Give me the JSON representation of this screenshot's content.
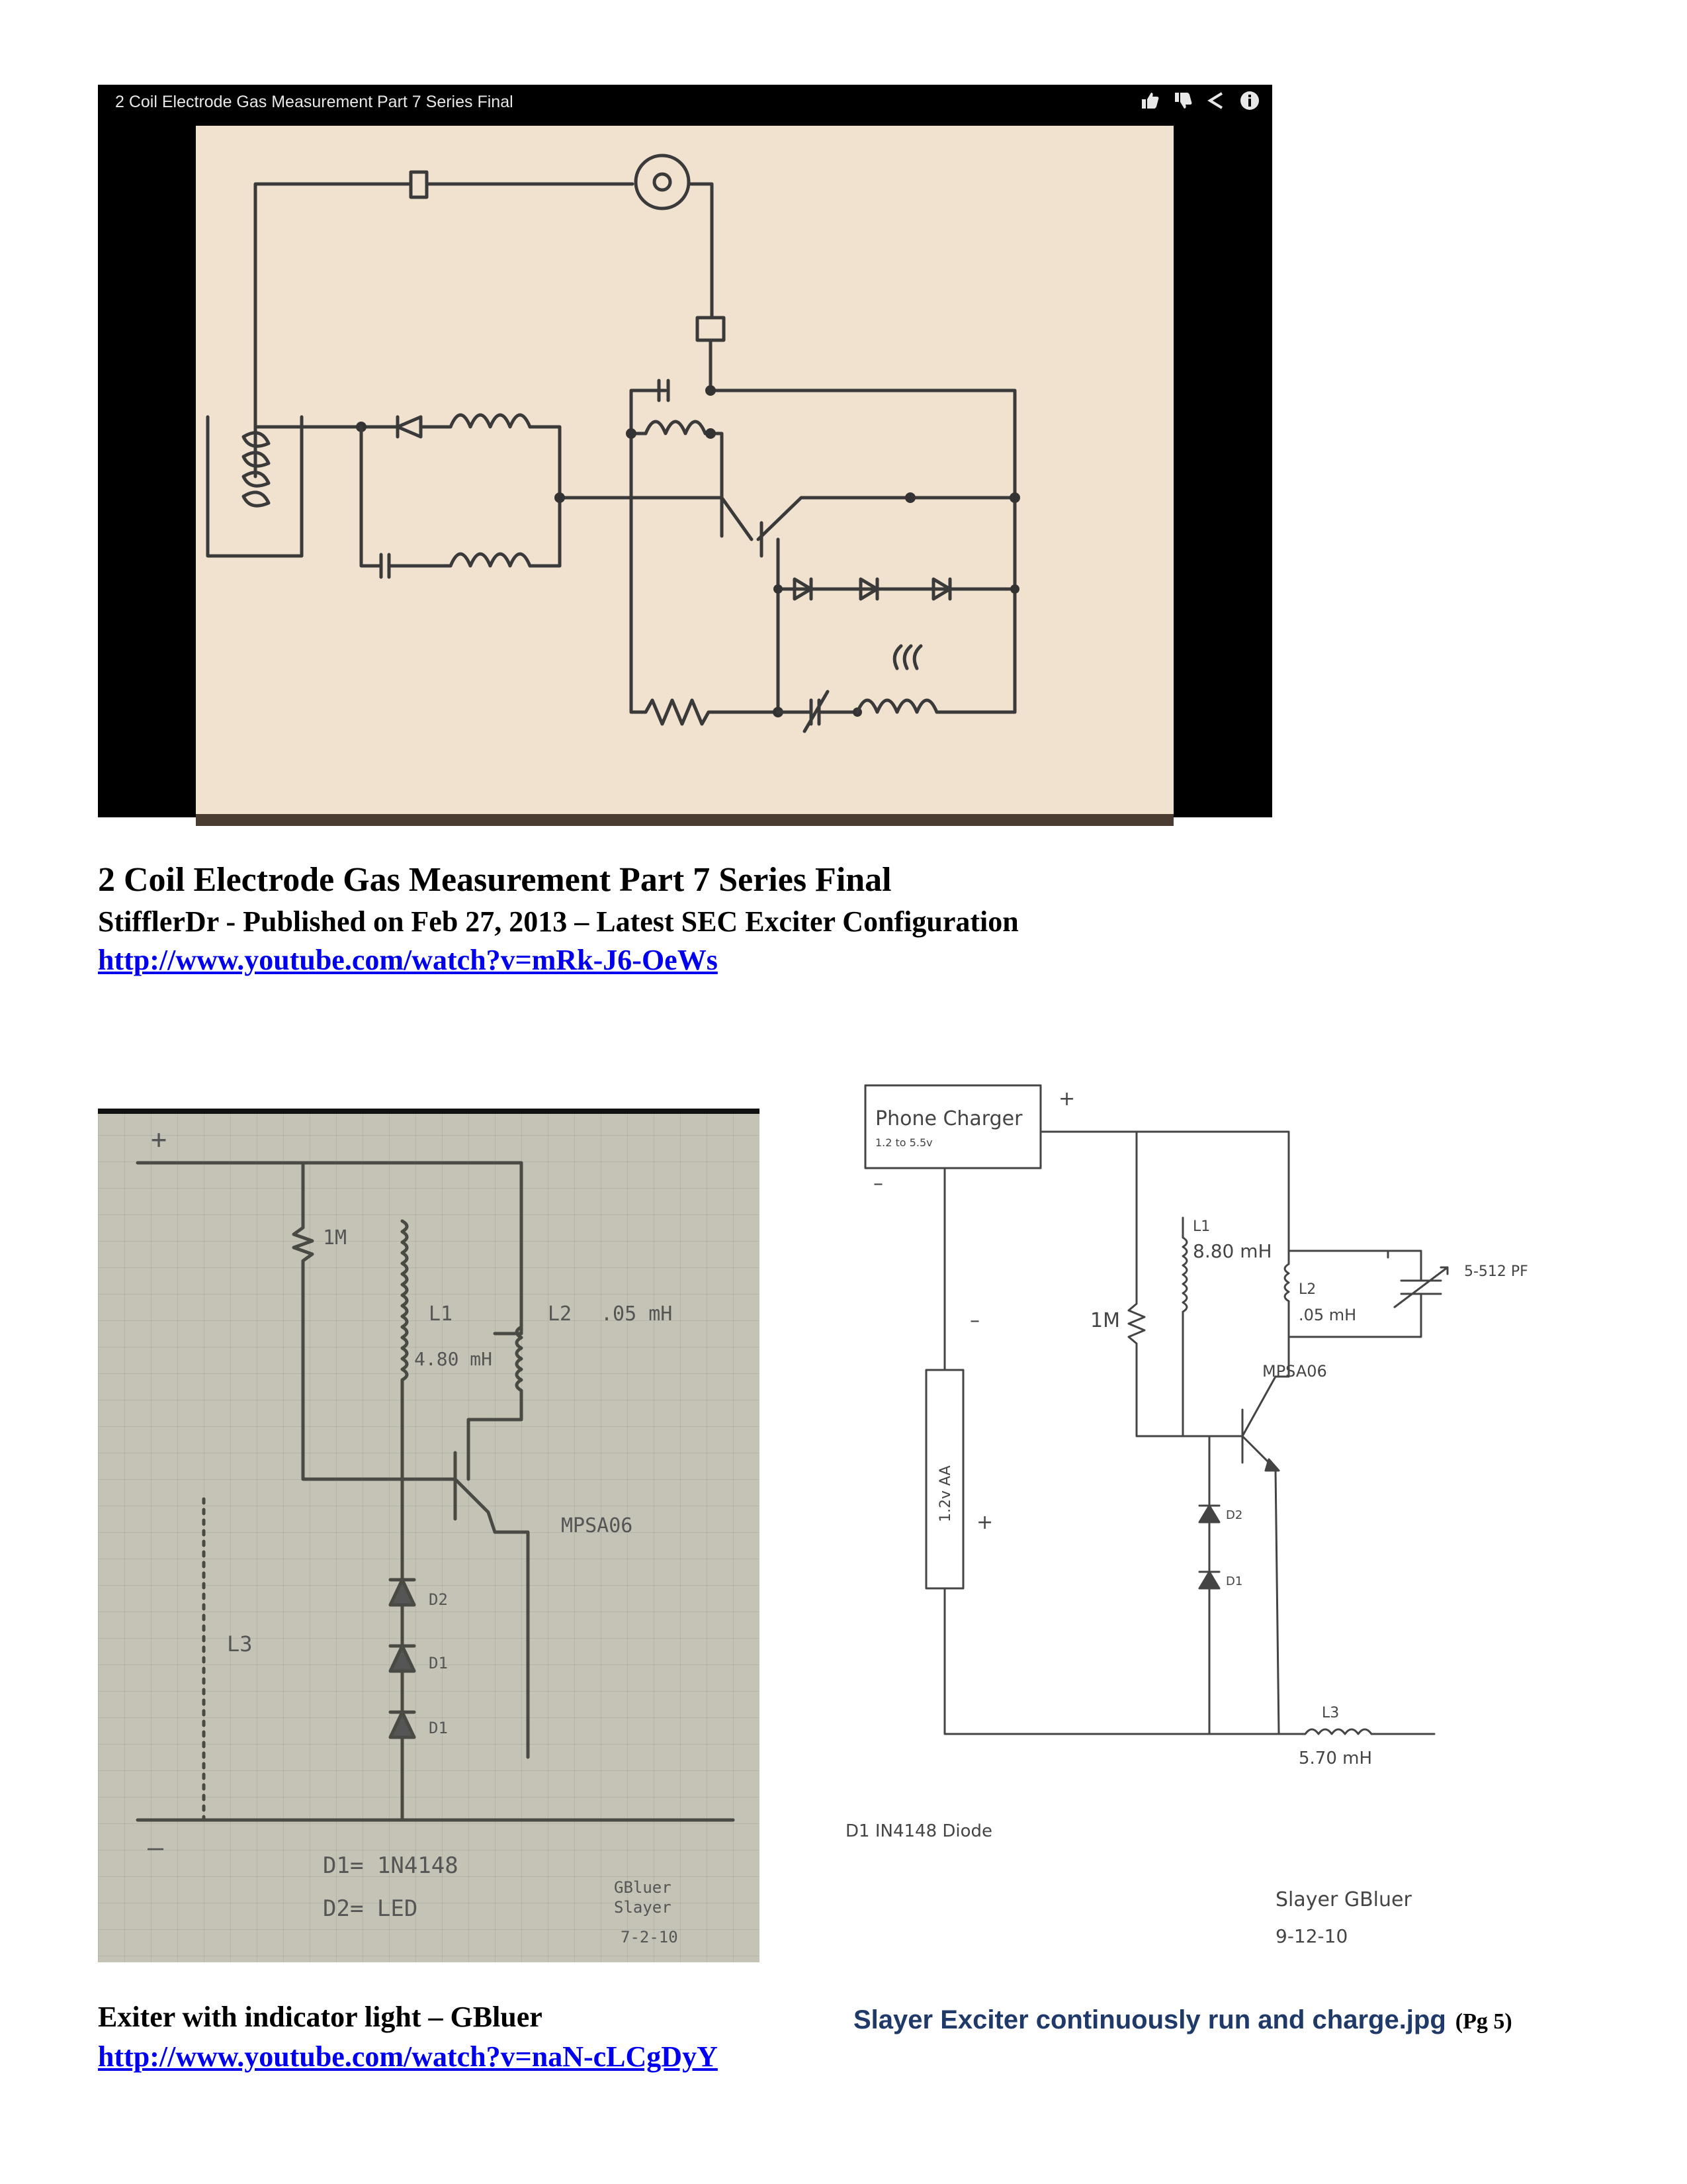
{
  "video": {
    "title": "2 Coil Electrode Gas Measurement Part 7 Series Final",
    "icons": [
      "like-icon",
      "dislike-icon",
      "share-icon",
      "info-icon"
    ]
  },
  "heading": "2 Coil Electrode Gas Measurement Part 7 Series Final",
  "subheading": "StifflerDr - Published on Feb 27, 2013 – Latest SEC Exciter Configuration",
  "link1": "http://www.youtube.com/watch?v=mRk-J6-OeWs",
  "photo2": {
    "labels": {
      "plus": "+",
      "minus": "–",
      "r": "1M",
      "l1": "L1",
      "l1_value": "4.80 mH",
      "l2": "L2",
      "l2_value": ".05 mH",
      "transistor": "MPSA06",
      "d2": "D2",
      "d1a": "D1",
      "d1b": "D1",
      "l3": "L3",
      "note1": "D1= 1N4148",
      "note2": "D2= LED",
      "sig1": "GBluer",
      "sig2": "Slayer",
      "sig3": "7-2-10"
    }
  },
  "drawing3": {
    "labels": {
      "charger": "Phone Charger",
      "charger_sub": "1.2 to 5.5v",
      "plus_top": "+",
      "minus_top": "–",
      "minus_mid": "–",
      "battery": "1.2v AA",
      "plus_batt": "+",
      "r": "1M",
      "l1": "L1",
      "l1_value": "8.80 mH",
      "l2": "L2",
      "l2_value": ".05 mH",
      "cap": "5-512 PF",
      "transistor": "MPSA06",
      "d2": "D2",
      "d1": "D1",
      "l3": "L3",
      "l3_value": "5.70 mH",
      "note": "D1  IN4148 Diode",
      "sig1": "Slayer  GBluer",
      "sig2": "9-12-10"
    }
  },
  "caption_left": "Exiter with indicator light – GBluer",
  "link2": "http://www.youtube.com/watch?v=naN-cLCgDyY",
  "caption_right": "Slayer Exciter continuously run and charge.jpg",
  "page_number": "(Pg 5)"
}
